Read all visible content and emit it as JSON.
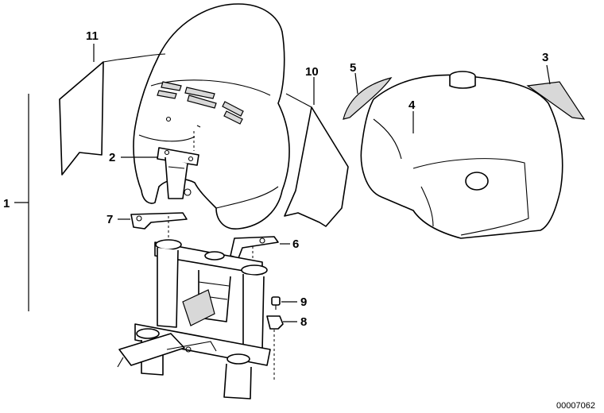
{
  "callouts": [
    {
      "id": "1",
      "label": "1"
    },
    {
      "id": "2",
      "label": "2"
    },
    {
      "id": "3",
      "label": "3"
    },
    {
      "id": "4",
      "label": "4"
    },
    {
      "id": "5",
      "label": "5"
    },
    {
      "id": "6",
      "label": "6"
    },
    {
      "id": "7",
      "label": "7"
    },
    {
      "id": "8",
      "label": "8"
    },
    {
      "id": "9",
      "label": "9"
    },
    {
      "id": "10",
      "label": "10"
    },
    {
      "id": "11",
      "label": "11"
    }
  ],
  "reference_number": "00007062"
}
